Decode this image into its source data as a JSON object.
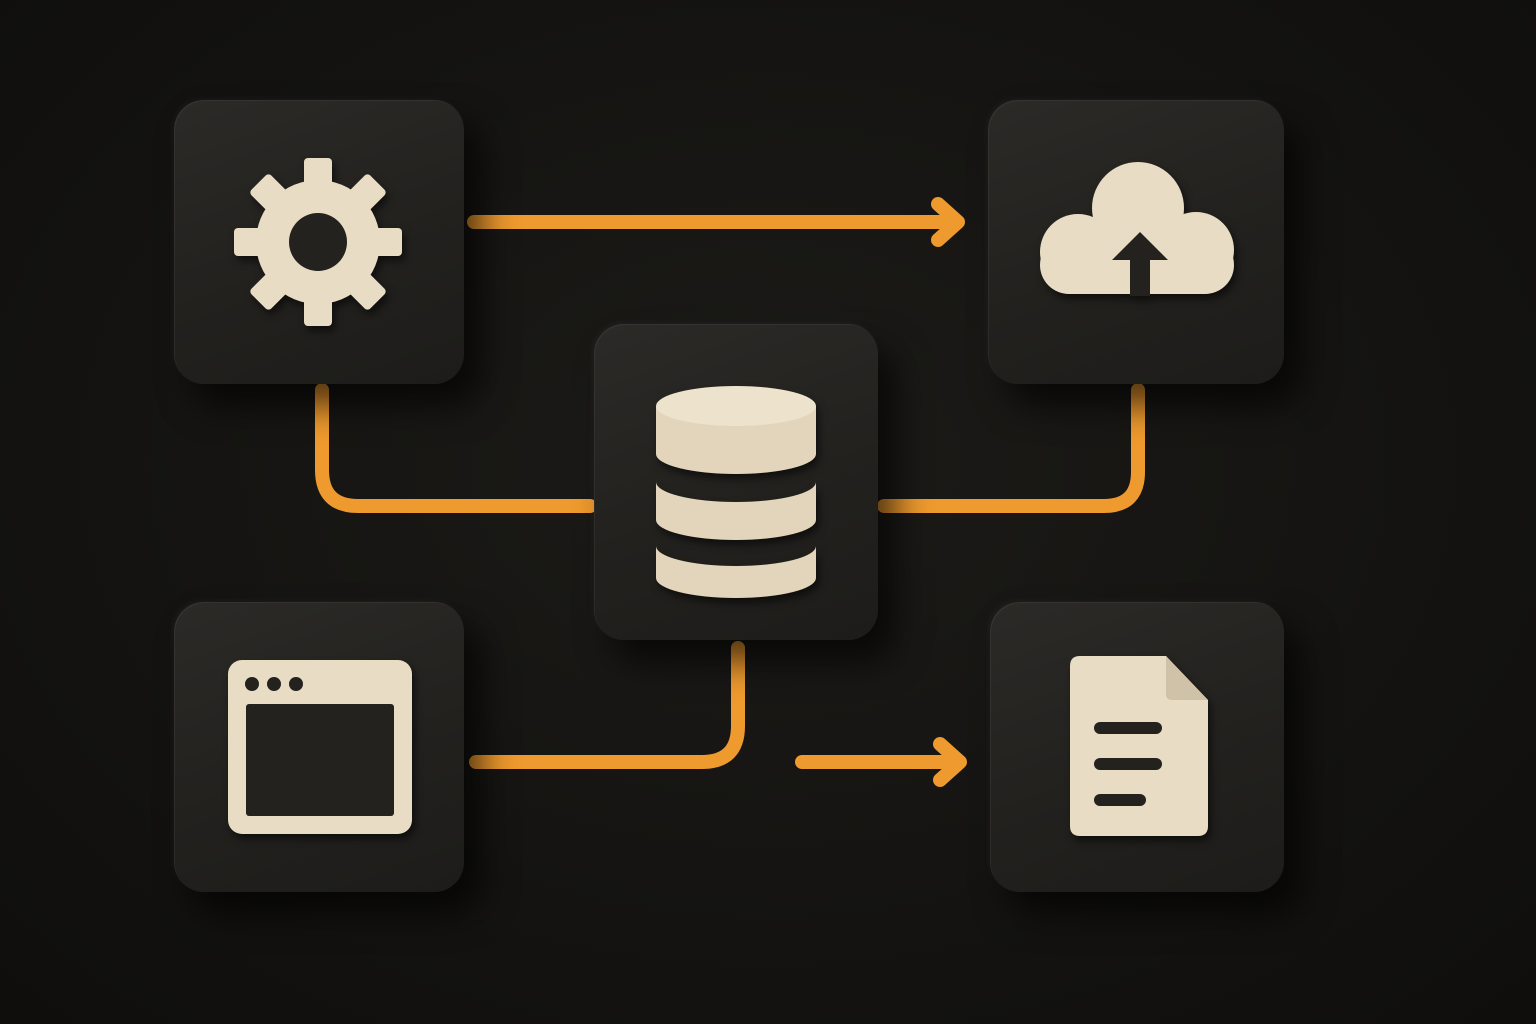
{
  "colors": {
    "background": "#141311",
    "tile": "#252421",
    "icon": "#e8dcc4",
    "connector": "#ee9a2e"
  },
  "nodes": [
    {
      "id": "settings",
      "icon": "gear-icon"
    },
    {
      "id": "cloud",
      "icon": "cloud-upload-icon"
    },
    {
      "id": "database",
      "icon": "database-icon"
    },
    {
      "id": "window",
      "icon": "browser-window-icon"
    },
    {
      "id": "document",
      "icon": "document-icon"
    }
  ],
  "edges": [
    {
      "from": "settings",
      "to": "cloud",
      "arrow": true
    },
    {
      "from": "settings",
      "to": "database",
      "arrow": false
    },
    {
      "from": "database",
      "to": "cloud",
      "arrow": false
    },
    {
      "from": "window",
      "to": "database",
      "arrow": false
    },
    {
      "from": "database",
      "to": "document",
      "arrow": true
    }
  ]
}
